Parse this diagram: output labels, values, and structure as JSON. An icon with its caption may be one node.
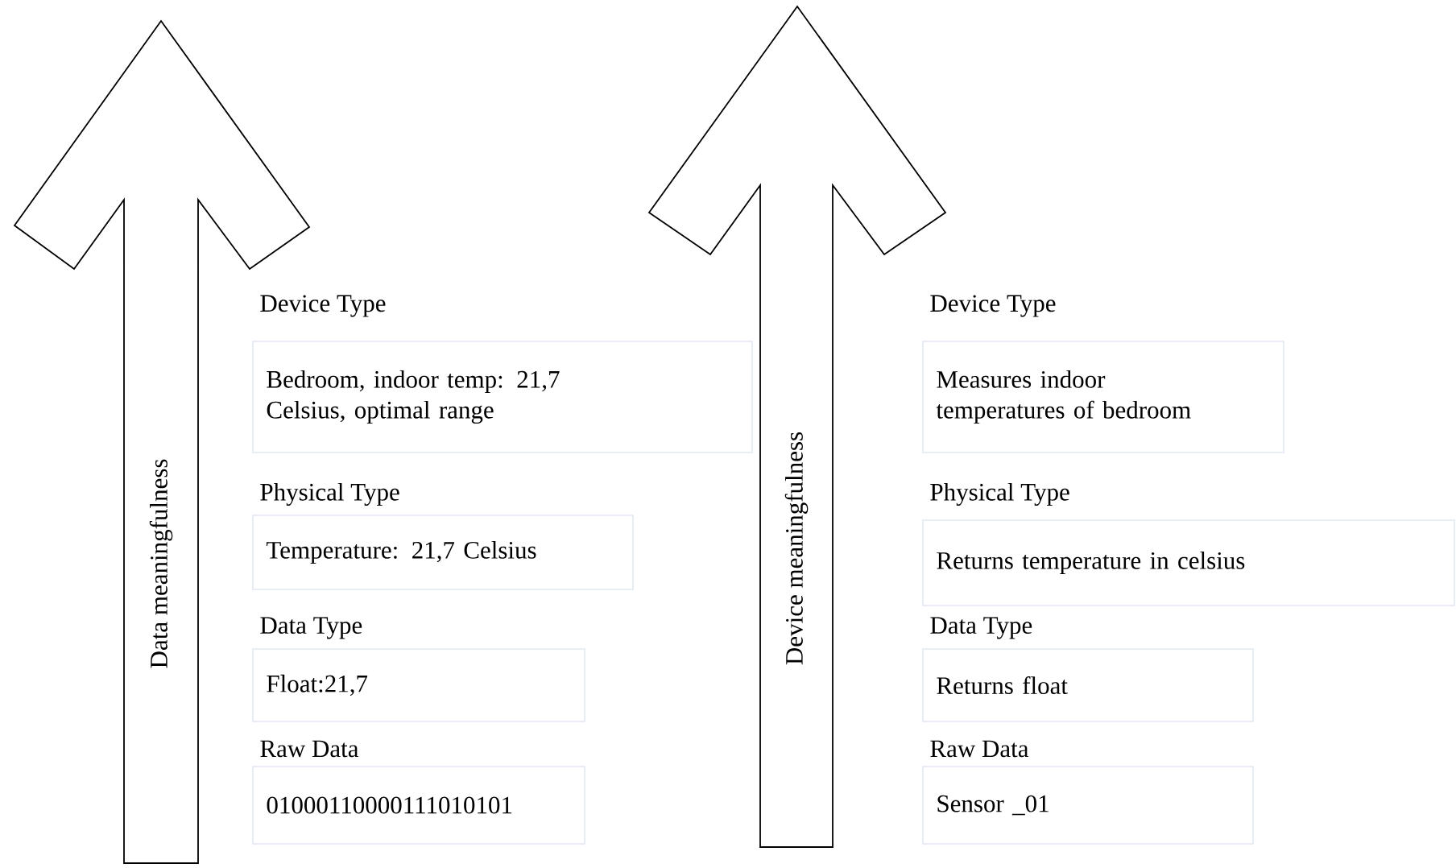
{
  "diagram": {
    "nodes": [
      {
        "text": [
          "Data meaningfulness"
        ]
      },
      {
        "text": [
          "Device Type",
          "Bedroom, indoor temp: 21,7 Celsius, optimal range"
        ]
      },
      {
        "text": [
          "Physical Type",
          "Temperature: 21,7 Celsius"
        ]
      },
      {
        "text": [
          "Data Type",
          "Float:21,7"
        ]
      },
      {
        "text": [
          "Raw Data",
          "01000110000111010101"
        ]
      },
      {
        "text": [
          "Device meaningfulness"
        ]
      },
      {
        "text": [
          "Device Type",
          "Measures indoor temperatures of bedroom"
        ]
      },
      {
        "text": [
          "Physical Type",
          "Returns temperature in celsius"
        ]
      },
      {
        "text": [
          "Data Type",
          "Returns float"
        ]
      },
      {
        "text": [
          "Raw Data",
          "Sensor _01"
        ]
      }
    ]
  }
}
